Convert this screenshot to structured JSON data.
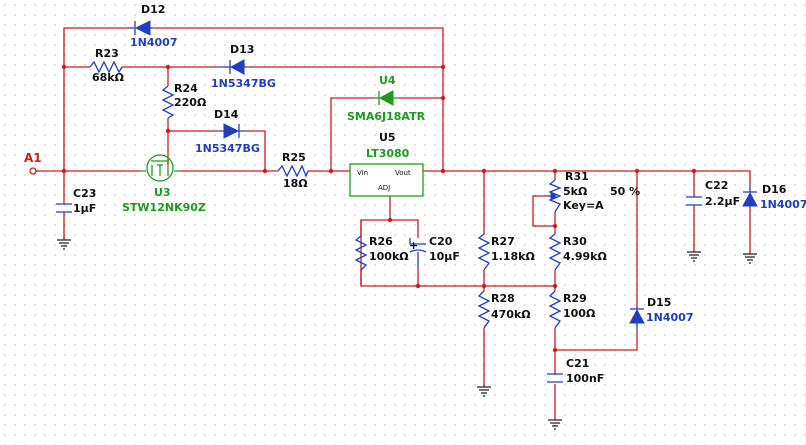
{
  "probe": {
    "label": "A1"
  },
  "D12": {
    "ref": "D12",
    "value": "1N4007"
  },
  "D13": {
    "ref": "D13",
    "value": "1N5347BG"
  },
  "D14": {
    "ref": "D14",
    "value": "1N5347BG"
  },
  "D15": {
    "ref": "D15",
    "value": "1N4007"
  },
  "D16": {
    "ref": "D16",
    "value": "1N4007"
  },
  "R23": {
    "ref": "R23",
    "value": "68kΩ"
  },
  "R24": {
    "ref": "R24",
    "value": "220Ω"
  },
  "R25": {
    "ref": "R25",
    "value": "18Ω"
  },
  "R26": {
    "ref": "R26",
    "value": "100kΩ"
  },
  "R27": {
    "ref": "R27",
    "value": "1.18kΩ"
  },
  "R28": {
    "ref": "R28",
    "value": "470kΩ"
  },
  "R29": {
    "ref": "R29",
    "value": "100Ω"
  },
  "R30": {
    "ref": "R30",
    "value": "4.99kΩ"
  },
  "R31": {
    "ref": "R31",
    "value": "5kΩ",
    "key": "Key=A",
    "setting": "50 %"
  },
  "C20": {
    "ref": "C20",
    "value": "10µF"
  },
  "C21": {
    "ref": "C21",
    "value": "100nF"
  },
  "C22": {
    "ref": "C22",
    "value": "2.2µF"
  },
  "C23": {
    "ref": "C23",
    "value": "1µF"
  },
  "U3": {
    "ref": "U3",
    "value": "STW12NK90Z"
  },
  "U4": {
    "ref": "U4",
    "value": "SMA6J18ATR"
  },
  "U5": {
    "ref": "U5",
    "value": "LT3080",
    "pins": {
      "vin": "Vin",
      "vout": "Vout",
      "adj": "ADJ"
    }
  }
}
